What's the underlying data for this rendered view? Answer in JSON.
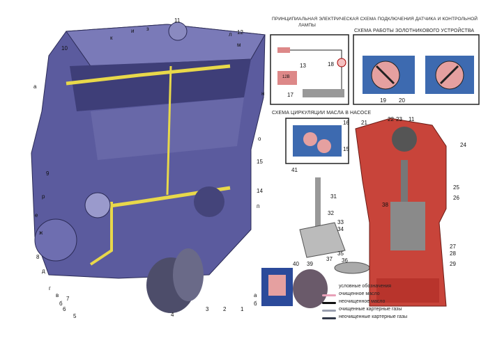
{
  "captions": {
    "electric_scheme": "Принципиальная электрическая схема подключения датчика и контрольной",
    "electric_scheme_2": "лампы",
    "spool_scheme": "Схема работы золотникового устройства",
    "pump_scheme": "Схема циркуляции масла в насосе",
    "battery": "12В"
  },
  "legend": {
    "title": "условные обозначения",
    "items": [
      {
        "label": "очищенное масло",
        "color": "#e8a0b8"
      },
      {
        "label": "неочищенное масло",
        "color": "#111111"
      },
      {
        "label": "очищенные картерные газы",
        "color": "#9aa0b0"
      },
      {
        "label": "неочищенные картерные газы",
        "color": "#333a4a"
      }
    ]
  },
  "callouts": {
    "engine": [
      "11",
      "12",
      "10",
      "9",
      "8",
      "7",
      "6",
      "5",
      "4",
      "3",
      "2",
      "1",
      "14",
      "15",
      "з",
      "и",
      "к",
      "л",
      "м",
      "н",
      "о",
      "п",
      "р",
      "ж",
      "д",
      "г",
      "в",
      "б",
      "а",
      "е"
    ],
    "electric": [
      "13",
      "18",
      "17"
    ],
    "spool": [
      "19",
      "20"
    ],
    "pump": [
      "16",
      "15",
      "41"
    ],
    "filter": [
      "40",
      "39",
      "а",
      "б"
    ],
    "section": [
      "21",
      "22",
      "23",
      "11",
      "24",
      "25",
      "26",
      "27",
      "28",
      "29",
      "38"
    ],
    "oil_pump": [
      "31",
      "32",
      "33",
      "34",
      "35",
      "36",
      "37"
    ]
  },
  "colors": {
    "engine": "#5a5a9a",
    "oil": "#e8d84a",
    "section": "#c8443a",
    "frame": "#222222"
  }
}
